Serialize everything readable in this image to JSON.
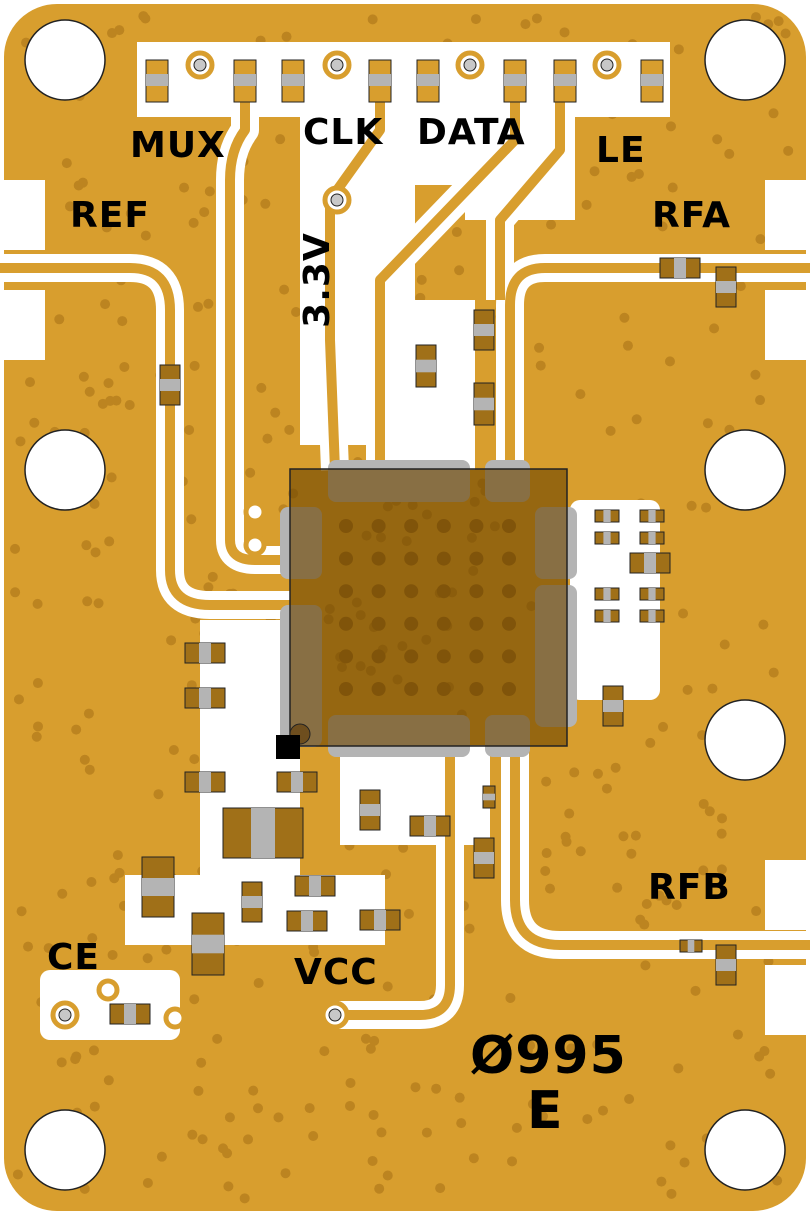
{
  "board": {
    "colors": {
      "copper": "#D89E2E",
      "clearance": "#FFFFFF",
      "via": "#BC8420",
      "chip": "#6E4600",
      "pad": "#B4B4B4"
    },
    "labels": {
      "mux": "MUX",
      "clk": "CLK",
      "data": "DATA",
      "le": "LE",
      "ref": "REF",
      "rfa": "RFA",
      "v33": "3.3V",
      "rfb": "RFB",
      "ce": "CE",
      "vcc": "VCC",
      "part_number": "Ø995",
      "revision": "E"
    }
  }
}
